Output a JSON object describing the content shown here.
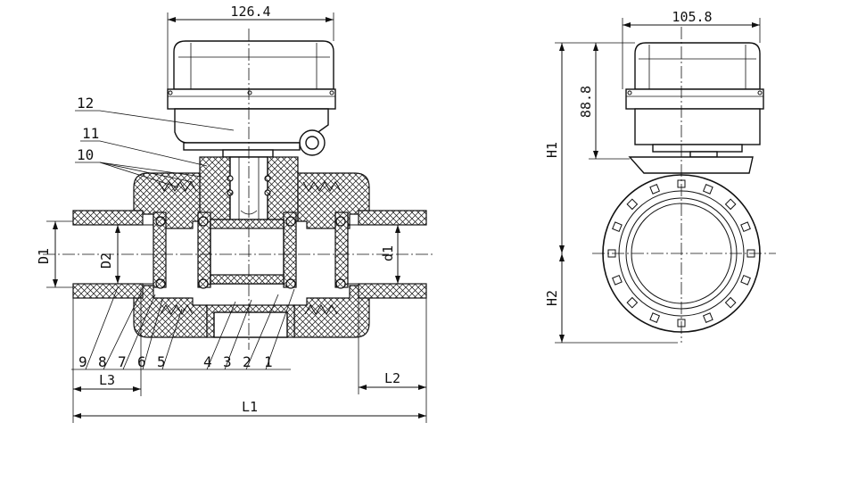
{
  "dimensions": {
    "actuator_width_front": "126.4",
    "actuator_width_side": "105.8",
    "actuator_height": "88.8",
    "H1": "H1",
    "H2": "H2",
    "L1": "L1",
    "L2": "L2",
    "L3": "L3",
    "D1": "D1",
    "D2": "D2",
    "d1": "d1"
  },
  "parts": {
    "p1": "1",
    "p2": "2",
    "p3": "3",
    "p4": "4",
    "p5": "5",
    "p6": "6",
    "p7": "7",
    "p8": "8",
    "p9": "9",
    "p10": "10",
    "p11": "11",
    "p12": "12"
  }
}
